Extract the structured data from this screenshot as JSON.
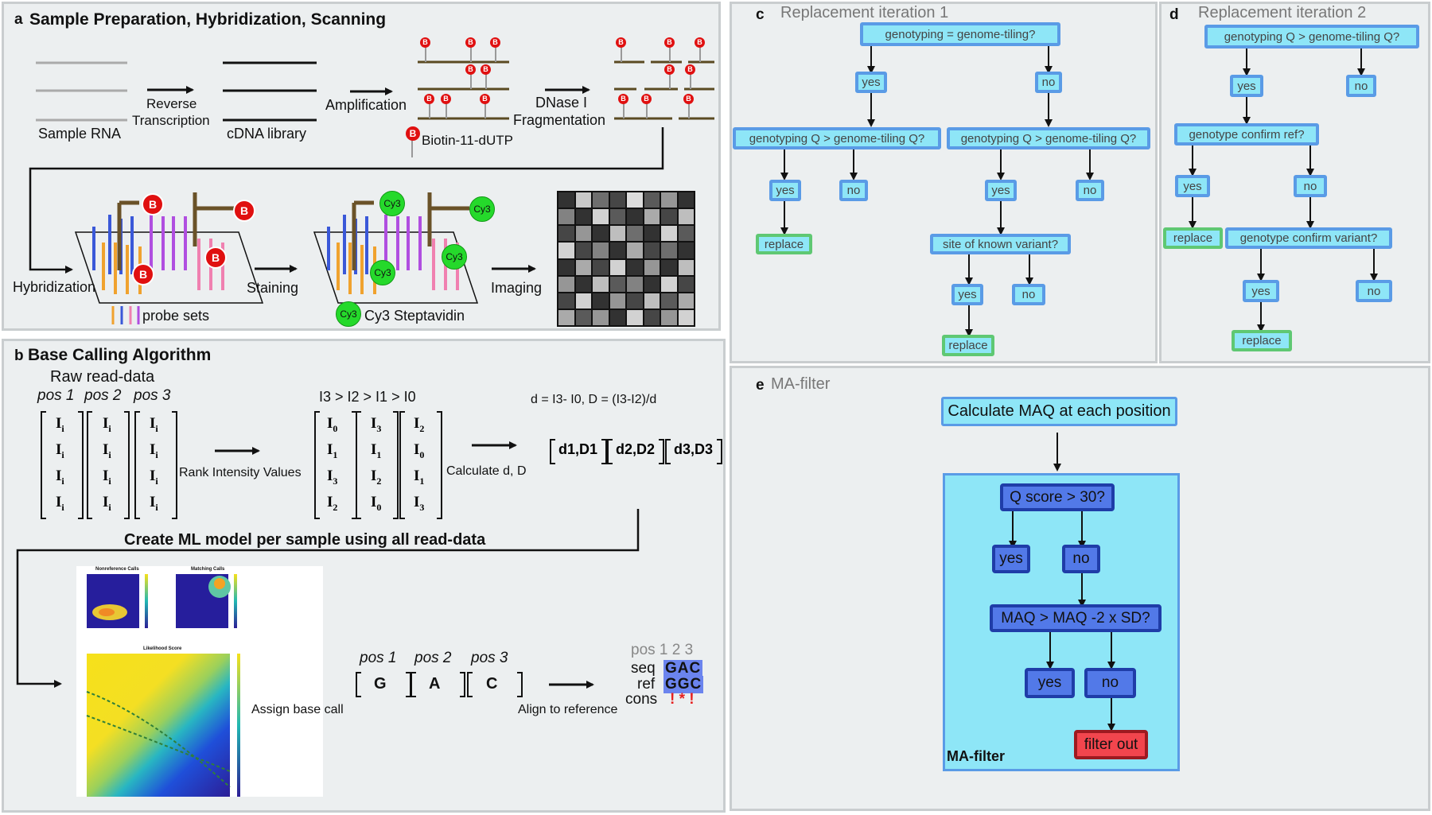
{
  "colors": {
    "panel_bg": "#eceff0",
    "light_blue": "#8ee6f7",
    "blue_border": "#5a9be6",
    "green_border": "#5fc873",
    "dark_blue": "#5279e8",
    "red": "#f2454d",
    "biotin": "#e01010",
    "cy3": "#25d92b"
  },
  "panel_a": {
    "letter": "a",
    "title": "Sample Preparation, Hybridization, Scanning",
    "sample_rna": "Sample RNA",
    "reverse": "Reverse",
    "transcription": "Transcription",
    "cdna": "cDNA library",
    "amplification": "Amplification",
    "dnase": "DNase I",
    "fragmentation": "Fragmentation",
    "biotin_label": "Biotin-11-dUTP",
    "biotin_glyph": "B",
    "hybridization": "Hybridization",
    "staining": "Staining",
    "imaging": "Imaging",
    "probe_sets": "probe sets",
    "cy3_label": "Cy3 Steptavidin",
    "cy3_glyph": "Cy3"
  },
  "panel_b": {
    "letter": "b",
    "title": "Base Calling Algorithm",
    "raw": "Raw read-data",
    "pos1": "pos 1",
    "pos2": "pos 2",
    "pos3": "pos 3",
    "rank_header": "I3 > I2 > I1 > I0",
    "formula": "d = I3- I0, D = (I3-I2)/d",
    "rank_label": "Rank Intensity Values",
    "calc_label": "Calculate d, D",
    "col1": [
      "I0",
      "I1",
      "I3",
      "I2"
    ],
    "col2": [
      "I3",
      "I1",
      "I2",
      "I0"
    ],
    "col3": [
      "I2",
      "I0",
      "I1",
      "I3"
    ],
    "d1": "d1,D1",
    "d2": "d2,D2",
    "d3": "d3,D3",
    "ml_label": "Create ML model per sample using all read-data",
    "assign": "Assign base call",
    "bases": [
      "G",
      "A",
      "C"
    ],
    "align": "Align to reference",
    "pos_header": "pos 1 2 3",
    "seq_label": "seq",
    "seq_value": "GAC",
    "ref_label": "ref",
    "ref_value": "GGC",
    "cons_label": "cons",
    "cons_value": "! * !",
    "plot_titles": [
      "Nonreference Calls",
      "Matching Calls",
      "Likelihood Score"
    ]
  },
  "panel_c": {
    "letter": "c",
    "title": "Replacement iteration 1",
    "root": "genotyping = genome-tiling?",
    "yes": "yes",
    "no": "no",
    "q": "genotyping Q > genome-tiling Q?",
    "replace": "replace",
    "variant": "site of known variant?"
  },
  "panel_d": {
    "letter": "d",
    "title": "Replacement iteration 2",
    "root": "genotyping Q > genome-tiling Q?",
    "yes": "yes",
    "no": "no",
    "confirm_ref": "genotype confirm ref?",
    "confirm_variant": "genotype confirm variant?",
    "replace": "replace"
  },
  "panel_e": {
    "letter": "e",
    "title": "MA-filter",
    "calc": "Calculate MAQ at each position",
    "qscore": "Q score > 30?",
    "yes": "yes",
    "no": "no",
    "maq": "MAQ > MAQ -2 x SD?",
    "filter": "filter out",
    "box_label": "MA-filter"
  }
}
